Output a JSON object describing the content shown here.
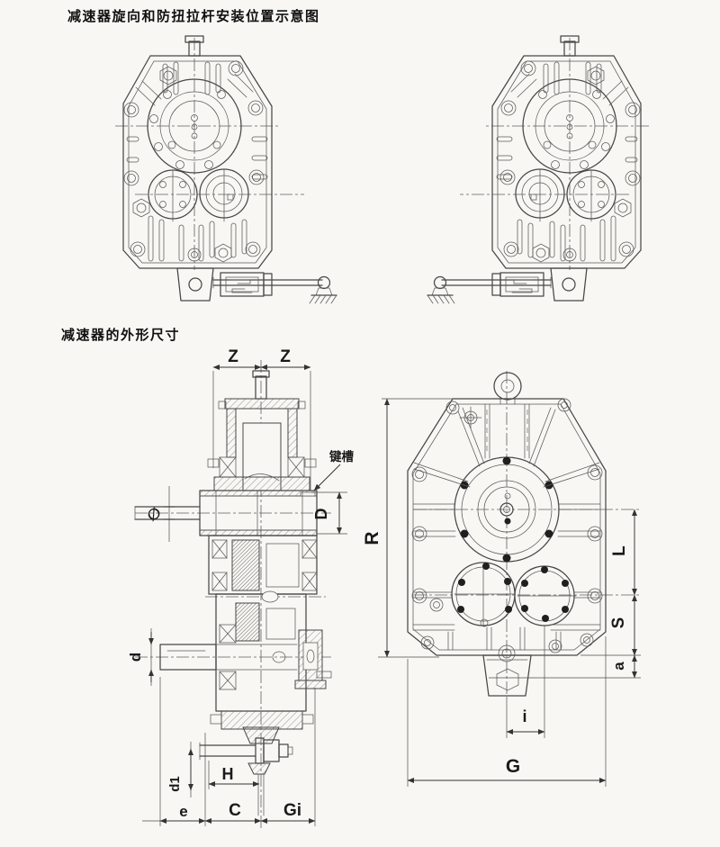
{
  "page": {
    "bg": "#f8f7f3",
    "ink": "#474747",
    "ink_dark": "#1a1a1a"
  },
  "sections": {
    "rotation_diagram": {
      "title": "减速器旋向和防扭拉杆安装位置示意图"
    },
    "dimensions_diagram": {
      "title": "减速器的外形尺寸"
    }
  },
  "figures": {
    "front_left": "reducer front view, torque arm to right with ground anchor",
    "front_right": "reducer front view mirrored, torque arm to left with ground anchor",
    "section_view": "reducer cross-section with hollow output shaft",
    "outline_view": "reducer outline front view with overall dimensions"
  },
  "labels": {
    "z1": "Z",
    "z2": "Z",
    "keyway": "键槽",
    "dia": "∅",
    "D": "D",
    "d": "d",
    "d1": "d1",
    "e": "e",
    "H": "H",
    "C": "C",
    "Gi": "Gi",
    "R": "R",
    "L": "L",
    "S": "S",
    "a": "a",
    "i": "i",
    "G": "G"
  }
}
